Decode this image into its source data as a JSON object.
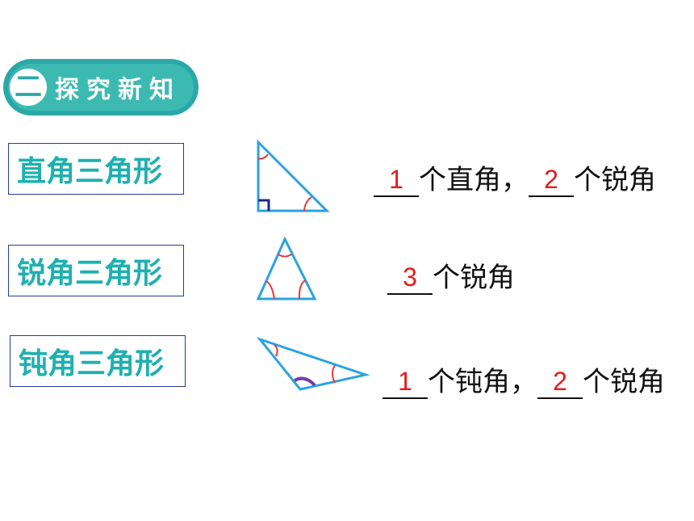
{
  "section": {
    "number": "二",
    "title": "探究新知"
  },
  "rows": [
    {
      "type_label": "直角三角形",
      "statement": [
        {
          "answer": "1",
          "text": "个直角，"
        },
        {
          "answer": "2",
          "text": "个锐角"
        }
      ]
    },
    {
      "type_label": "锐角三角形",
      "statement": [
        {
          "answer": "3",
          "text": "个锐角"
        }
      ]
    },
    {
      "type_label": "钝角三角形",
      "statement": [
        {
          "answer": "1",
          "text": "个钝角，"
        },
        {
          "answer": "2",
          "text": "个锐角"
        }
      ]
    }
  ],
  "colors": {
    "badge": "#2aa8a8",
    "label_text": "#1fb0b0",
    "box_border": "#2a3a9a",
    "triangle_stroke": "#2aa3e0",
    "angle_mark": "#e23a3a",
    "obtuse_mark": "#7b3aa8",
    "right_angle_mark": "#1a2a80",
    "answer": "#e31b1b"
  }
}
